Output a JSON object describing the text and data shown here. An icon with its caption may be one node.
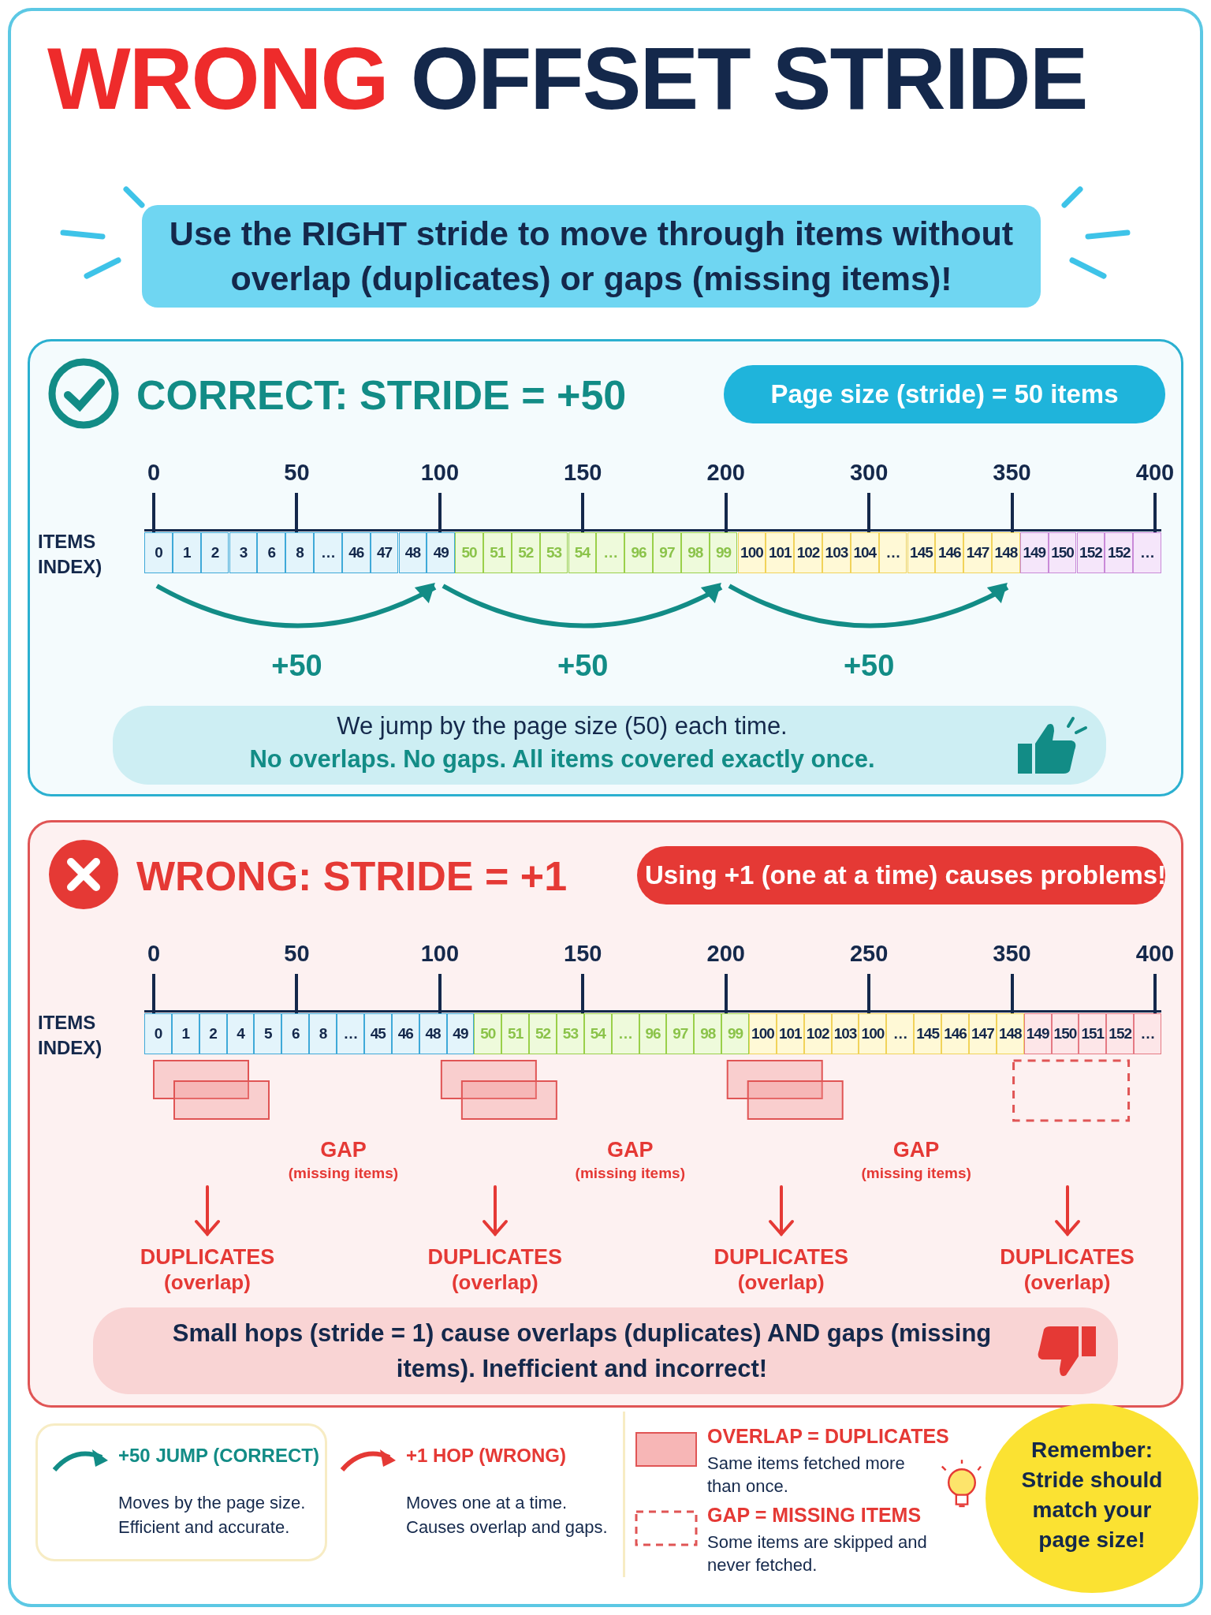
{
  "diagram": {
    "title": "WRONG OFFSET STRIDE",
    "nodes": [
      {
        "text": [
          "CORRECT: STRIDE = +50"
        ]
      },
      {
        "text": [
          "Page size (stride) = 50 items"
        ],
        "in": 0
      },
      {
        "text": [
          "We jump by the page size (50) each time.",
          "No overlaps. No gaps. All items covered exactly once."
        ],
        "in": 0
      },
      {
        "text": [
          "WRONG: STRIDE = +1"
        ]
      },
      {
        "text": [
          "Using +1 (one at a time) causes problems!"
        ],
        "in": 3
      },
      {
        "text": [
          "Small hops (stride = 1) cause overlaps (duplicates) AND gaps (missing items). Inefficient and incorrect!"
        ],
        "in": 3
      },
      {
        "text": [
          "Remember: Stride should match your page size!"
        ]
      }
    ],
    "labels": [
      "Use the RIGHT stride to move through items without overlap (duplicates) or gaps (missing items)!",
      "0",
      "50",
      "100",
      "150",
      "200",
      "300",
      "350",
      "400",
      "ITEMS INDEX)",
      "0",
      "1",
      "2",
      "3",
      "6",
      "8",
      "…",
      "46",
      "47",
      "48",
      "49",
      "50",
      "51",
      "52",
      "53",
      "54",
      "…",
      "96",
      "97",
      "98",
      "99",
      "100",
      "101",
      "102",
      "103",
      "104",
      "…",
      "145",
      "146",
      "147",
      "148",
      "149",
      "150",
      "152",
      "152",
      "…",
      "+50",
      "+50",
      "+50",
      "0",
      "50",
      "100",
      "150",
      "200",
      "250",
      "350",
      "400",
      "ITEMS INDEX)",
      "0",
      "1",
      "2",
      "4",
      "5",
      "6",
      "8",
      "…",
      "45",
      "46",
      "48",
      "49",
      "50",
      "51",
      "52",
      "53",
      "54",
      "…",
      "96",
      "97",
      "98",
      "99",
      "100",
      "101",
      "102",
      "103",
      "100",
      "…",
      "145",
      "146",
      "147",
      "148",
      "149",
      "150",
      "151",
      "152",
      "…",
      "GAP",
      "(missing items)",
      "GAP",
      "(missing items)",
      "GAP",
      "(missing items)",
      "DUPLICATES",
      "(overlap)",
      "DUPLICATES",
      "(overlap)",
      "DUPLICATES",
      "(overlap)",
      "DUPLICATES",
      "(overlap)",
      "Moves by the page size. Efficient and accurate.",
      "Moves one at a time. Causes overlap and gaps.",
      "Same items fetched more than once.",
      "Some items are skipped and never fetched."
    ],
    "legend": [
      {
        "text": "+50 JUMP (CORRECT)"
      },
      {
        "text": "+1 HOP (WRONG)"
      },
      {
        "text": "OVERLAP = DUPLICATES"
      },
      {
        "text": "GAP = MISSING ITEMS"
      }
    ]
  }
}
